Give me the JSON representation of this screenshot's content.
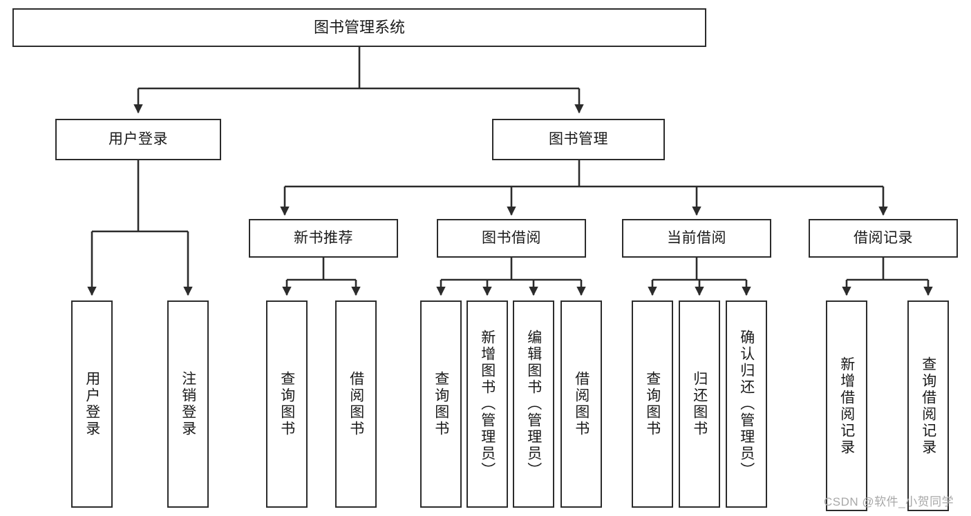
{
  "diagram": {
    "title": "图书管理系统",
    "type": "tree-hierarchy",
    "root": {
      "label": "图书管理系统"
    },
    "level2": [
      {
        "label": "用户登录"
      },
      {
        "label": "图书管理"
      }
    ],
    "level3": [
      {
        "label": "新书推荐"
      },
      {
        "label": "图书借阅"
      },
      {
        "label": "当前借阅"
      },
      {
        "label": "借阅记录"
      }
    ],
    "leaves": {
      "user_login": [
        {
          "label": "用户登录"
        },
        {
          "label": "注销登录"
        }
      ],
      "new_book_recommend": [
        {
          "label": "查询图书"
        },
        {
          "label": "借阅图书"
        }
      ],
      "book_borrow": [
        {
          "label": "查询图书"
        },
        {
          "label": "新增图书（管理员）"
        },
        {
          "label": "编辑图书（管理员）"
        },
        {
          "label": "借阅图书"
        }
      ],
      "current_borrow": [
        {
          "label": "查询图书"
        },
        {
          "label": "归还图书"
        },
        {
          "label": "确认归还（管理员）"
        }
      ],
      "borrow_record": [
        {
          "label": "新增借阅记录"
        },
        {
          "label": "查询借阅记录"
        }
      ]
    }
  },
  "watermark": {
    "text": "CSDN @软件_小贺同学"
  },
  "colors": {
    "stroke": "#2b2b2b",
    "background": "#ffffff",
    "text": "#1a1a1a",
    "watermark": "#a8a8a8"
  }
}
